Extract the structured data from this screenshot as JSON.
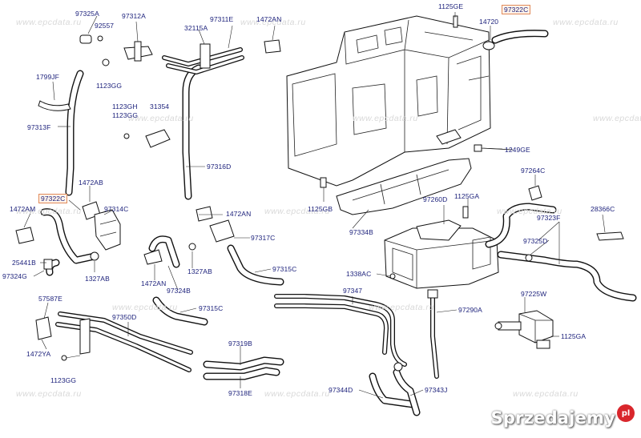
{
  "labels": [
    {
      "id": "97325A",
      "text": "97325A",
      "highlight": false
    },
    {
      "id": "97312A",
      "text": "97312A",
      "highlight": false
    },
    {
      "id": "92557",
      "text": "92557",
      "highlight": false
    },
    {
      "id": "97311E",
      "text": "97311E",
      "highlight": false
    },
    {
      "id": "32115A",
      "text": "32115A",
      "highlight": false
    },
    {
      "id": "1472AN_top",
      "text": "1472AN",
      "highlight": false
    },
    {
      "id": "1125GE",
      "text": "1125GE",
      "highlight": false
    },
    {
      "id": "97322C_top",
      "text": "97322C",
      "highlight": true
    },
    {
      "id": "14720",
      "text": "14720",
      "highlight": false
    },
    {
      "id": "1123GG_a",
      "text": "1123GG",
      "highlight": false
    },
    {
      "id": "1799JF",
      "text": "1799JF",
      "highlight": false
    },
    {
      "id": "1123GH",
      "text": "1123GH",
      "highlight": false
    },
    {
      "id": "31354",
      "text": "31354",
      "highlight": false
    },
    {
      "id": "1123GG_b",
      "text": "1123GG",
      "highlight": false
    },
    {
      "id": "97313F",
      "text": "97313F",
      "highlight": false
    },
    {
      "id": "1249GE",
      "text": "1249GE",
      "highlight": false
    },
    {
      "id": "97316D",
      "text": "97316D",
      "highlight": false
    },
    {
      "id": "97264C",
      "text": "97264C",
      "highlight": false
    },
    {
      "id": "1472AB",
      "text": "1472AB",
      "highlight": false
    },
    {
      "id": "97322C_left",
      "text": "97322C",
      "highlight": true
    },
    {
      "id": "97260D",
      "text": "97260D",
      "highlight": false
    },
    {
      "id": "1125GA_a",
      "text": "1125GA",
      "highlight": false
    },
    {
      "id": "1472AM",
      "text": "1472AM",
      "highlight": false
    },
    {
      "id": "97314C",
      "text": "97314C",
      "highlight": false
    },
    {
      "id": "1472AN_mid",
      "text": "1472AN",
      "highlight": false
    },
    {
      "id": "1125GB",
      "text": "1125GB",
      "highlight": false
    },
    {
      "id": "28366C",
      "text": "28366C",
      "highlight": false
    },
    {
      "id": "97323F",
      "text": "97323F",
      "highlight": false
    },
    {
      "id": "97334B",
      "text": "97334B",
      "highlight": false
    },
    {
      "id": "97317C",
      "text": "97317C",
      "highlight": false
    },
    {
      "id": "97325D",
      "text": "97325D",
      "highlight": false
    },
    {
      "id": "25441B",
      "text": "25441B",
      "highlight": false
    },
    {
      "id": "1327AB_a",
      "text": "1327AB",
      "highlight": false
    },
    {
      "id": "97324G",
      "text": "97324G",
      "highlight": false
    },
    {
      "id": "97315C_a",
      "text": "97315C",
      "highlight": false
    },
    {
      "id": "1327AB_b",
      "text": "1327AB",
      "highlight": false
    },
    {
      "id": "1338AC",
      "text": "1338AC",
      "highlight": false
    },
    {
      "id": "1472AN_low",
      "text": "1472AN",
      "highlight": false
    },
    {
      "id": "97347",
      "text": "97347",
      "highlight": false
    },
    {
      "id": "97324B",
      "text": "97324B",
      "highlight": false
    },
    {
      "id": "57587E",
      "text": "57587E",
      "highlight": false
    },
    {
      "id": "97315C_b",
      "text": "97315C",
      "highlight": false
    },
    {
      "id": "97290A",
      "text": "97290A",
      "highlight": false
    },
    {
      "id": "97225W",
      "text": "97225W",
      "highlight": false
    },
    {
      "id": "97350D",
      "text": "97350D",
      "highlight": false
    },
    {
      "id": "1125GA_b",
      "text": "1125GA",
      "highlight": false
    },
    {
      "id": "1472YA",
      "text": "1472YA",
      "highlight": false
    },
    {
      "id": "97319B",
      "text": "97319B",
      "highlight": false
    },
    {
      "id": "1123GG_c",
      "text": "1123GG",
      "highlight": false
    },
    {
      "id": "97344D",
      "text": "97344D",
      "highlight": false
    },
    {
      "id": "97343J",
      "text": "97343J",
      "highlight": false
    },
    {
      "id": "97318E",
      "text": "97318E",
      "highlight": false
    }
  ],
  "watermark": {
    "text": "www.epcdata.ru"
  },
  "brand": {
    "text": "Sprzedajemy",
    "badge": "pl"
  },
  "colors": {
    "label": "#1a1f7a",
    "highlight_border": "#e08a5a",
    "watermark": "#d9d9d9",
    "brand_badge": "#d9262c"
  }
}
